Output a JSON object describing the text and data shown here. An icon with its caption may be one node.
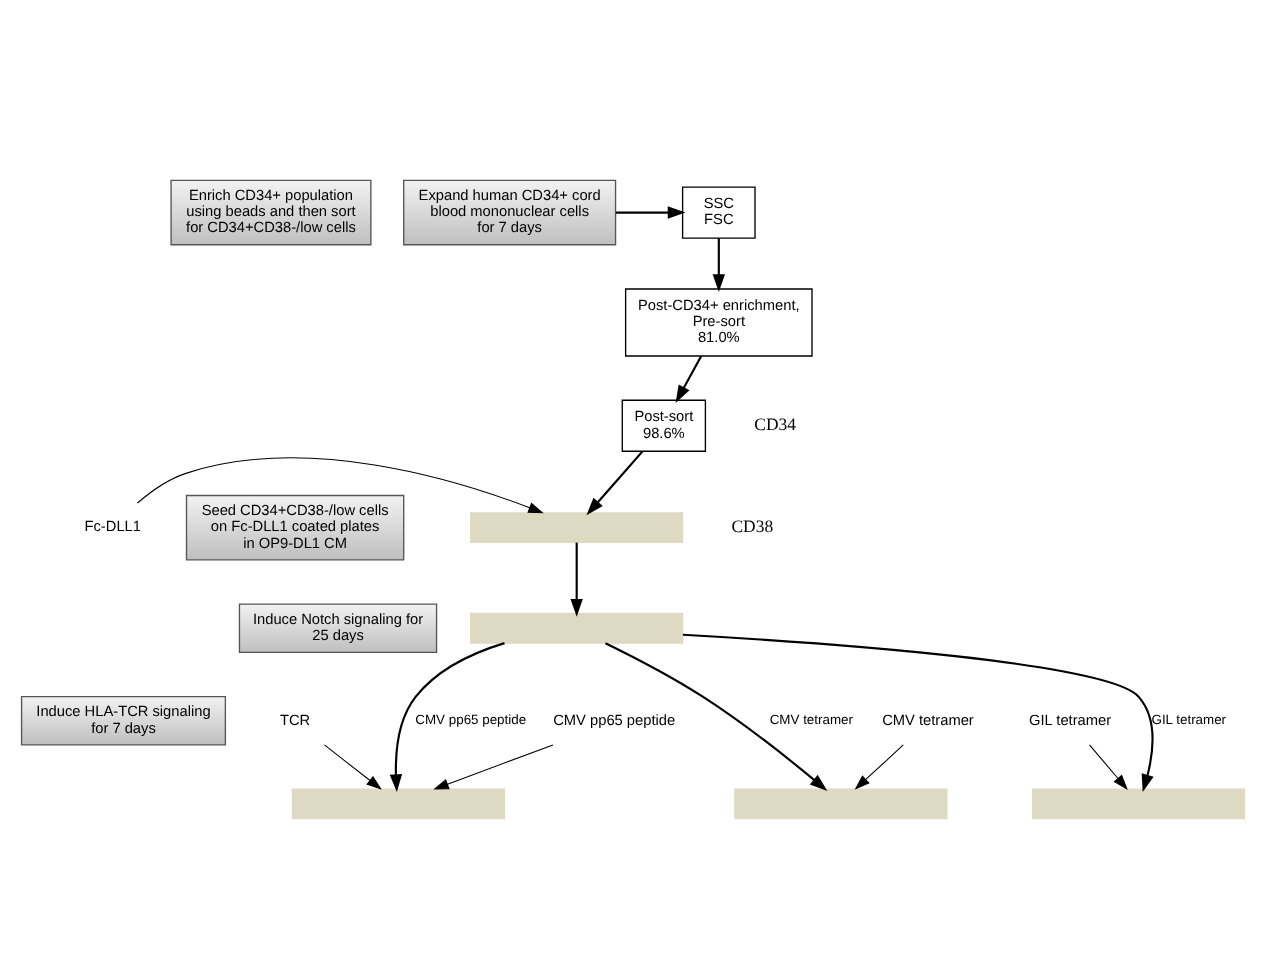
{
  "diagram": {
    "nodes": [
      {
        "text": [
          "Enrich CD34+ population using beads and then sort for CD34+CD38-/low cells"
        ]
      },
      {
        "text": [
          "SSC",
          "FSC"
        ]
      },
      {
        "text": [
          "Expand human CD34+ cord blood mononuclear cells for 7 days"
        ]
      },
      {
        "text": [
          "Post-CD34+ enrichment, Pre-sort",
          "81.0%"
        ]
      },
      {
        "text": [
          "Post-sort",
          "98.6%"
        ]
      },
      {
        "text": [
          "Seed CD34+CD38-/low cells on Fc-DLL1 coated plates in OP9-DL1 CM"
        ]
      },
      {
        "text": [],
        "shape": "bar"
      },
      {
        "text": [
          "Fc-DLL1"
        ]
      },
      {
        "text": [
          "Induce Notch signaling for 25 days"
        ]
      },
      {
        "text": [],
        "shape": "bar"
      },
      {
        "text": [
          "Induce HLA-TCR signaling for 7 days"
        ]
      },
      {
        "text": [],
        "shape": "bar"
      },
      {
        "text": [],
        "shape": "bar"
      },
      {
        "text": [],
        "shape": "bar"
      },
      {
        "text": [
          "CMV pp65 peptide"
        ]
      },
      {
        "text": [
          "TCR"
        ]
      },
      {
        "text": [
          "CMV tetramer"
        ]
      },
      {
        "text": [
          "GIL tetramer"
        ]
      }
    ],
    "edges": [
      {
        "from": 2,
        "to": 1,
        "arrow": "to"
      },
      {
        "from": 1,
        "to": 3,
        "arrow": "to"
      },
      {
        "from": 3,
        "to": 4,
        "arrow": "to"
      },
      {
        "from": 4,
        "to": 6,
        "arrow": "to"
      },
      {
        "from": 7,
        "to": 6,
        "arrow": "to"
      },
      {
        "from": 6,
        "to": 9,
        "arrow": "to"
      },
      {
        "from": 9,
        "to": 11,
        "arrow": "to",
        "label": "CMV pp65 peptide"
      },
      {
        "from": 9,
        "to": 12,
        "arrow": "to",
        "label": "CMV tetramer"
      },
      {
        "from": 9,
        "to": 13,
        "arrow": "to",
        "label": "GIL tetramer"
      },
      {
        "from": 14,
        "to": 11,
        "arrow": "to"
      },
      {
        "from": 15,
        "to": 11,
        "arrow": "to"
      },
      {
        "from": 16,
        "to": 12,
        "arrow": "to"
      },
      {
        "from": 17,
        "to": 13,
        "arrow": "to"
      }
    ],
    "labels": [
      "CD34",
      "CD38"
    ]
  }
}
